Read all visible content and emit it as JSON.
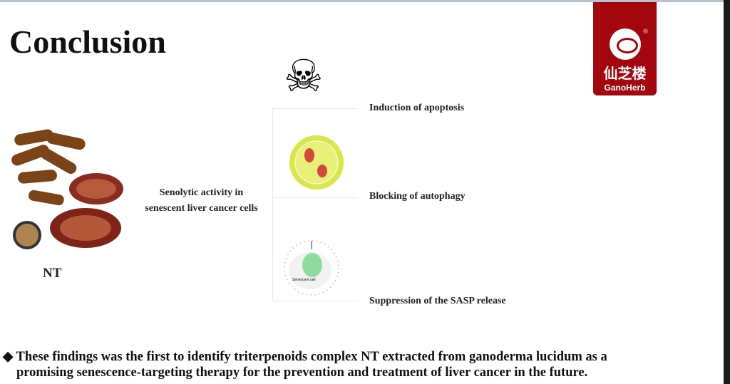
{
  "title": "Conclusion",
  "logo": {
    "chinese": "仙芝楼",
    "english": "GanoHerb",
    "registered": "®"
  },
  "center_label": [
    "Senolytic activity in",
    "senescent liver cancer cells"
  ],
  "product_label": "NT",
  "mechanisms": [
    "Induction of apoptosis",
    "Blocking of autophagy",
    "Suppression of the SASP release"
  ],
  "cell_label": "Senescent cell",
  "footer": {
    "bullet": "◆",
    "lines": [
      "These findings was the first to identify triterpenoids complex NT extracted from ganoderma lucidum as a",
      "promising senescence-targeting therapy for the prevention and treatment of liver cancer in the future."
    ]
  }
}
